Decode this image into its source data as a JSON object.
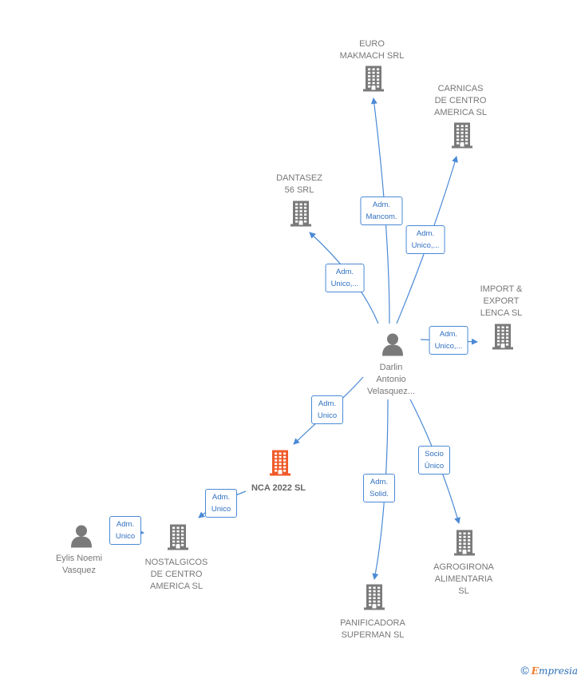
{
  "nodes": [
    {
      "id": "darlin",
      "kind": "person",
      "label": "Darlin\nAntonio\nVelasquez..."
    },
    {
      "id": "euro",
      "kind": "company",
      "label": "EURO\nMAKMACH SRL"
    },
    {
      "id": "carnicas",
      "kind": "company",
      "label": "CARNICAS\nDE CENTRO\nAMERICA  SL"
    },
    {
      "id": "dantasez",
      "kind": "company",
      "label": "DANTASEZ\n56 SRL"
    },
    {
      "id": "import",
      "kind": "company",
      "label": "IMPORT &\nEXPORT\nLENCA  SL"
    },
    {
      "id": "nca",
      "kind": "company-focus",
      "label": "NCA 2022  SL"
    },
    {
      "id": "agrogirona",
      "kind": "company",
      "label": "AGROGIRONA\nALIMENTARIA\nSL"
    },
    {
      "id": "panificadora",
      "kind": "company",
      "label": "PANIFICADORA\nSUPERMAN  SL"
    },
    {
      "id": "nostalgicos",
      "kind": "company",
      "label": "NOSTALGICOS\nDE CENTRO\nAMERICA  SL"
    },
    {
      "id": "eylis",
      "kind": "person",
      "label": "Eylis Noemi\nVasquez"
    }
  ],
  "edges": [
    {
      "from": "darlin",
      "to": "euro",
      "label": "Adm.\nMancom."
    },
    {
      "from": "darlin",
      "to": "carnicas",
      "label": "Adm.\nUnico,..."
    },
    {
      "from": "darlin",
      "to": "dantasez",
      "label": "Adm.\nUnico,..."
    },
    {
      "from": "darlin",
      "to": "import",
      "label": "Adm.\nUnico,..."
    },
    {
      "from": "darlin",
      "to": "nca",
      "label": "Adm.\nUnico"
    },
    {
      "from": "darlin",
      "to": "panificadora",
      "label": "Adm.\nSolid."
    },
    {
      "from": "darlin",
      "to": "agrogirona",
      "label": "Socio\nÚnico"
    },
    {
      "from": "nca",
      "to": "nostalgicos",
      "label": "Adm.\nUnico"
    },
    {
      "from": "eylis",
      "to": "nostalgicos",
      "label": "Adm.\nUnico"
    }
  ],
  "colors": {
    "edge": "#4a8ad6",
    "company_icon": "#7a7a7a",
    "focus_icon": "#f05a28",
    "person_icon": "#7a7a7a"
  },
  "footer": {
    "copyright": "©",
    "brand_initial": "E",
    "brand_rest": "mpresia"
  }
}
